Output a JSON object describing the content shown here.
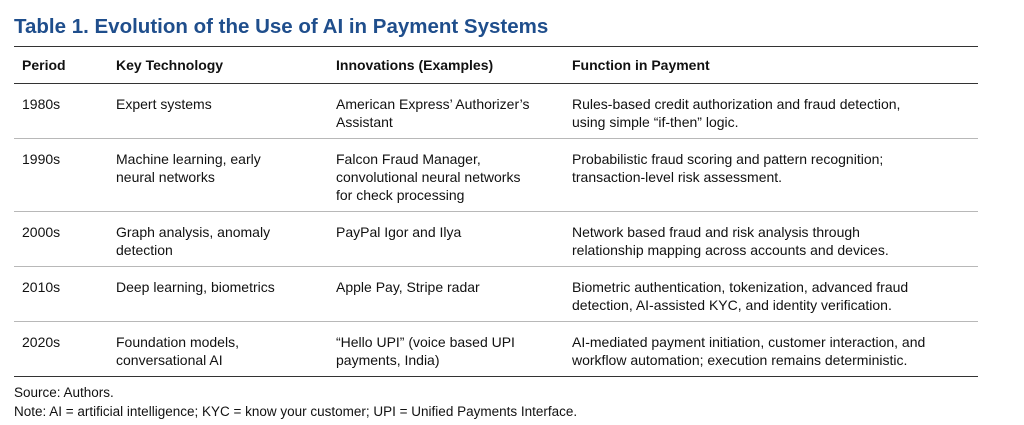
{
  "table": {
    "title": "Table 1. Evolution of the Use of AI in Payment Systems",
    "headers": [
      "Period",
      "Key Technology",
      "Innovations (Examples)",
      "Function in Payment"
    ],
    "rows": [
      {
        "period": "1980s",
        "technology": [
          "Expert systems"
        ],
        "innovations": [
          "American Express’ Authorizer’s",
          "Assistant"
        ],
        "function": [
          "Rules-based credit authorization and fraud detection,",
          "using simple “if-then” logic."
        ]
      },
      {
        "period": "1990s",
        "technology": [
          "Machine learning, early",
          "neural networks"
        ],
        "innovations": [
          "Falcon Fraud Manager,",
          "convolutional neural networks",
          "for check processing"
        ],
        "function": [
          "Probabilistic fraud scoring and pattern recognition;",
          "transaction-level risk assessment."
        ]
      },
      {
        "period": "2000s",
        "technology": [
          "Graph analysis, anomaly",
          "detection"
        ],
        "innovations": [
          "PayPal Igor and Ilya"
        ],
        "function": [
          "Network based fraud and risk analysis through",
          "relationship mapping across accounts and devices."
        ]
      },
      {
        "period": "2010s",
        "technology": [
          "Deep learning, biometrics"
        ],
        "innovations": [
          "Apple Pay, Stripe radar"
        ],
        "function": [
          "Biometric authentication, tokenization, advanced fraud",
          "detection, AI-assisted KYC, and identity verification."
        ]
      },
      {
        "period": "2020s",
        "technology": [
          "Foundation models,",
          "conversational AI"
        ],
        "innovations": [
          "“Hello UPI” (voice based UPI",
          "payments, India)"
        ],
        "function": [
          "AI-mediated payment initiation, customer interaction, and",
          "workflow automation; execution remains deterministic."
        ]
      }
    ]
  },
  "footer": {
    "source": "Source: Authors.",
    "note": "Note: AI = artificial intelligence; KYC = know your customer; UPI = Unified Payments Interface."
  }
}
